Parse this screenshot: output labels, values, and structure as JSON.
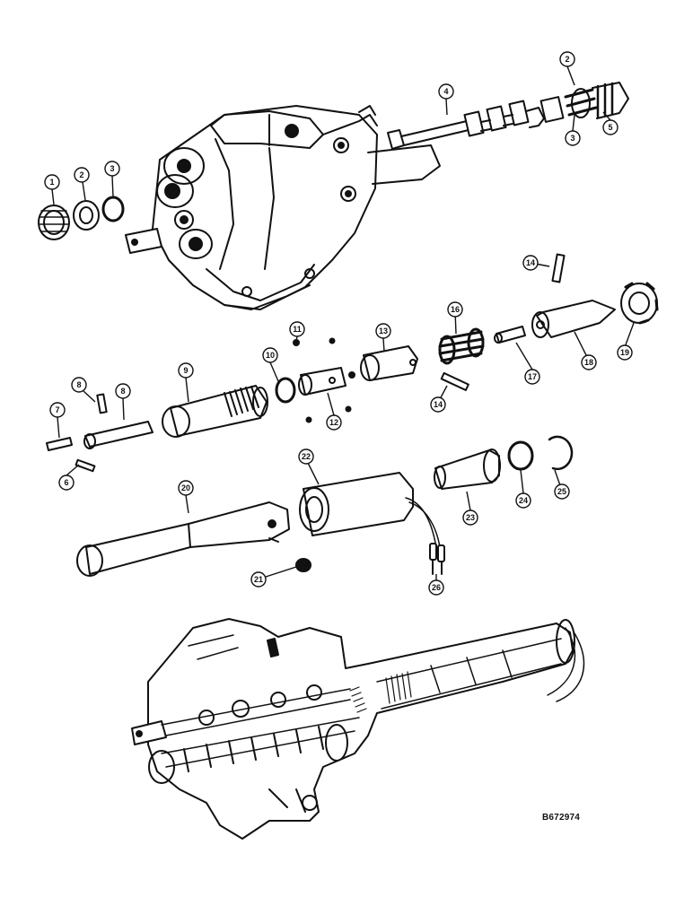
{
  "callouts": [
    {
      "id": "c1",
      "label": "1"
    },
    {
      "id": "c2a",
      "label": "2"
    },
    {
      "id": "c3a",
      "label": "3"
    },
    {
      "id": "c2b",
      "label": "2"
    },
    {
      "id": "c3b",
      "label": "3"
    },
    {
      "id": "c4",
      "label": "4"
    },
    {
      "id": "c5",
      "label": "5"
    },
    {
      "id": "c6",
      "label": "6"
    },
    {
      "id": "c7",
      "label": "7"
    },
    {
      "id": "c8a",
      "label": "8"
    },
    {
      "id": "c8b",
      "label": "8"
    },
    {
      "id": "c9",
      "label": "9"
    },
    {
      "id": "c10",
      "label": "10"
    },
    {
      "id": "c11",
      "label": "11"
    },
    {
      "id": "c12",
      "label": "12"
    },
    {
      "id": "c13",
      "label": "13"
    },
    {
      "id": "c14a",
      "label": "14"
    },
    {
      "id": "c14b",
      "label": "14"
    },
    {
      "id": "c16",
      "label": "16"
    },
    {
      "id": "c17",
      "label": "17"
    },
    {
      "id": "c18",
      "label": "18"
    },
    {
      "id": "c19",
      "label": "19"
    },
    {
      "id": "c20",
      "label": "20"
    },
    {
      "id": "c21",
      "label": "21"
    },
    {
      "id": "c22",
      "label": "22"
    },
    {
      "id": "c23",
      "label": "23"
    },
    {
      "id": "c24",
      "label": "24"
    },
    {
      "id": "c25",
      "label": "25"
    },
    {
      "id": "c26",
      "label": "26"
    }
  ],
  "drawing_code": "B672974"
}
